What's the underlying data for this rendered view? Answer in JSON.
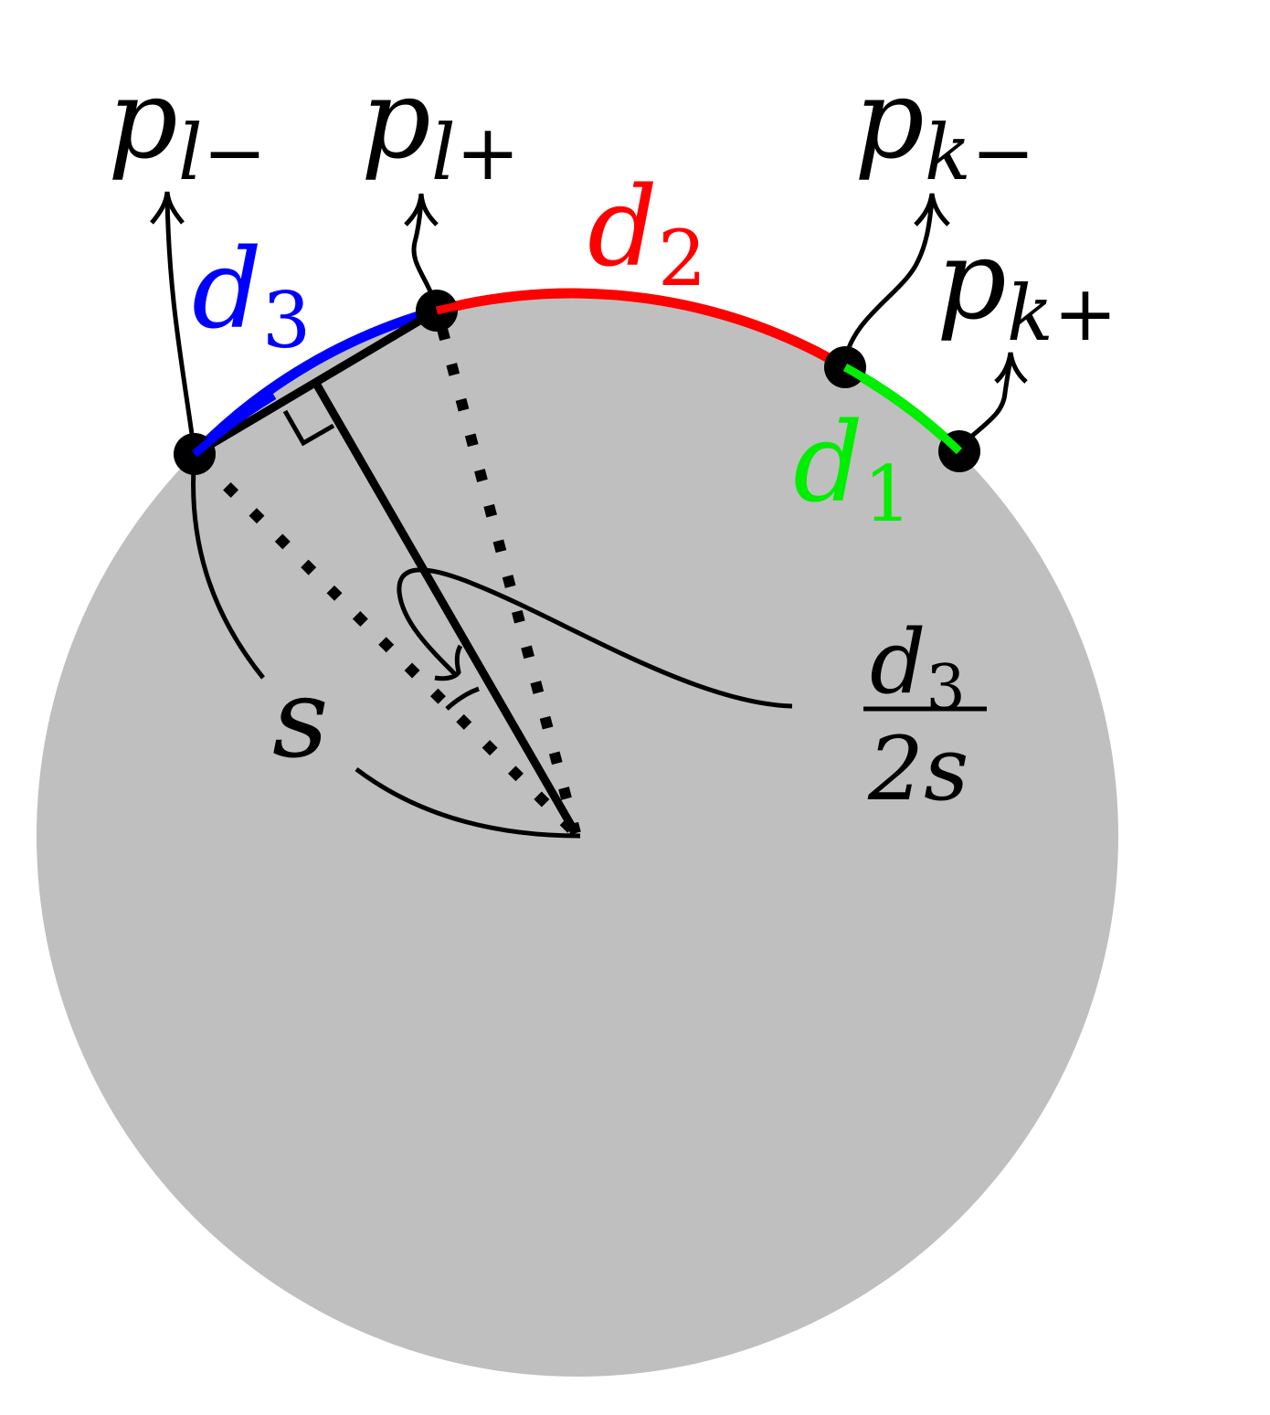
{
  "colors": {
    "disk": "#bfbfbf",
    "ink": "#000000",
    "d1": "#00ee00",
    "d2": "#ff0000",
    "d3": "#0000ff"
  },
  "labels": {
    "p_l_minus": {
      "base": "p",
      "sub": "l",
      "sign": "−"
    },
    "p_l_plus": {
      "base": "p",
      "sub": "l",
      "sign": "+"
    },
    "p_k_minus": {
      "base": "p",
      "sub": "k",
      "sign": "−"
    },
    "p_k_plus": {
      "base": "p",
      "sub": "k",
      "sign": "+"
    },
    "d1": {
      "base": "d",
      "sub": "1"
    },
    "d2": {
      "base": "d",
      "sub": "2"
    },
    "d3": {
      "base": "d",
      "sub": "3"
    },
    "s": "s",
    "angle_fraction": {
      "numerator_base": "d",
      "numerator_sub": "3",
      "denominator": "2s"
    }
  }
}
